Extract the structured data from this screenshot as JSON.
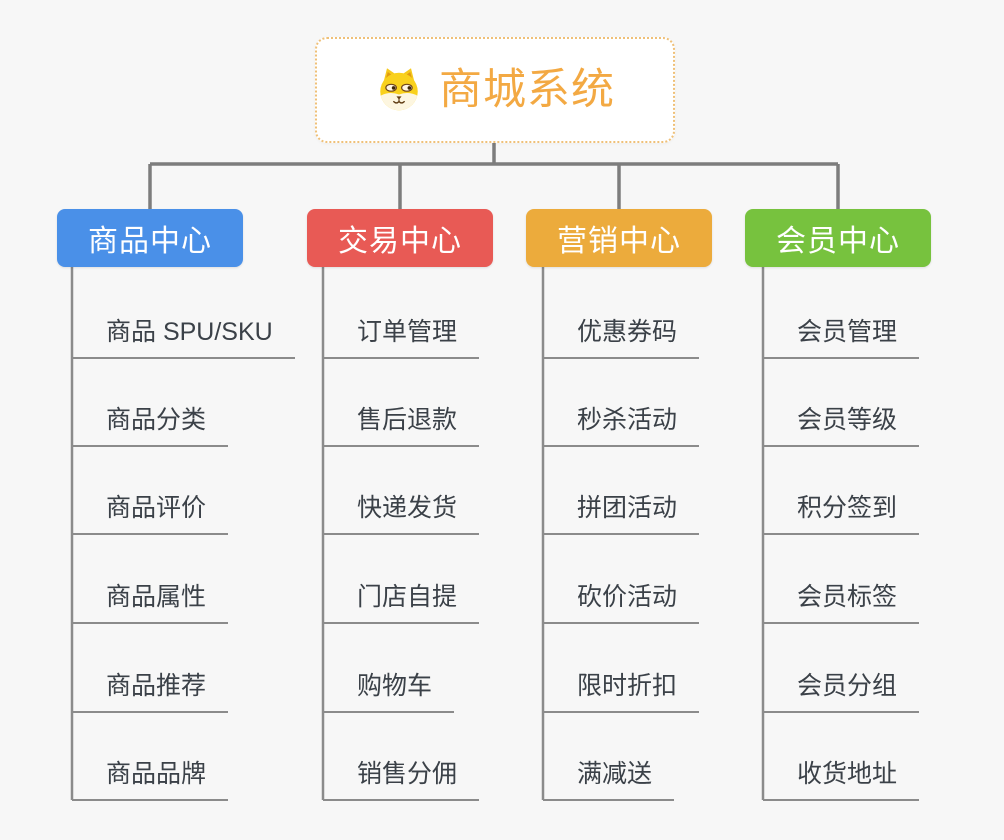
{
  "root": {
    "title": "商城系统",
    "icon": "doge-icon"
  },
  "branches": [
    {
      "label": "商品中心",
      "color": "#4a90e8",
      "children": [
        "商品 SPU/SKU",
        "商品分类",
        "商品评价",
        "商品属性",
        "商品推荐",
        "商品品牌"
      ]
    },
    {
      "label": "交易中心",
      "color": "#e85a55",
      "children": [
        "订单管理",
        "售后退款",
        "快递发货",
        "门店自提",
        "购物车",
        "销售分佣"
      ]
    },
    {
      "label": "营销中心",
      "color": "#ecab3c",
      "children": [
        "优惠券码",
        "秒杀活动",
        "拼团活动",
        "砍价活动",
        "限时折扣",
        "满减送"
      ]
    },
    {
      "label": "会员中心",
      "color": "#77c23e",
      "children": [
        "会员管理",
        "会员等级",
        "积分签到",
        "会员标签",
        "会员分组",
        "收货地址"
      ]
    }
  ],
  "colors": {
    "background": "#f7f7f7",
    "root_border": "#efc078",
    "root_title": "#f3a943",
    "connector_line": "#7d7d7d",
    "branch_line": "#8b8b8b",
    "leaf_text": "#3b4148"
  }
}
